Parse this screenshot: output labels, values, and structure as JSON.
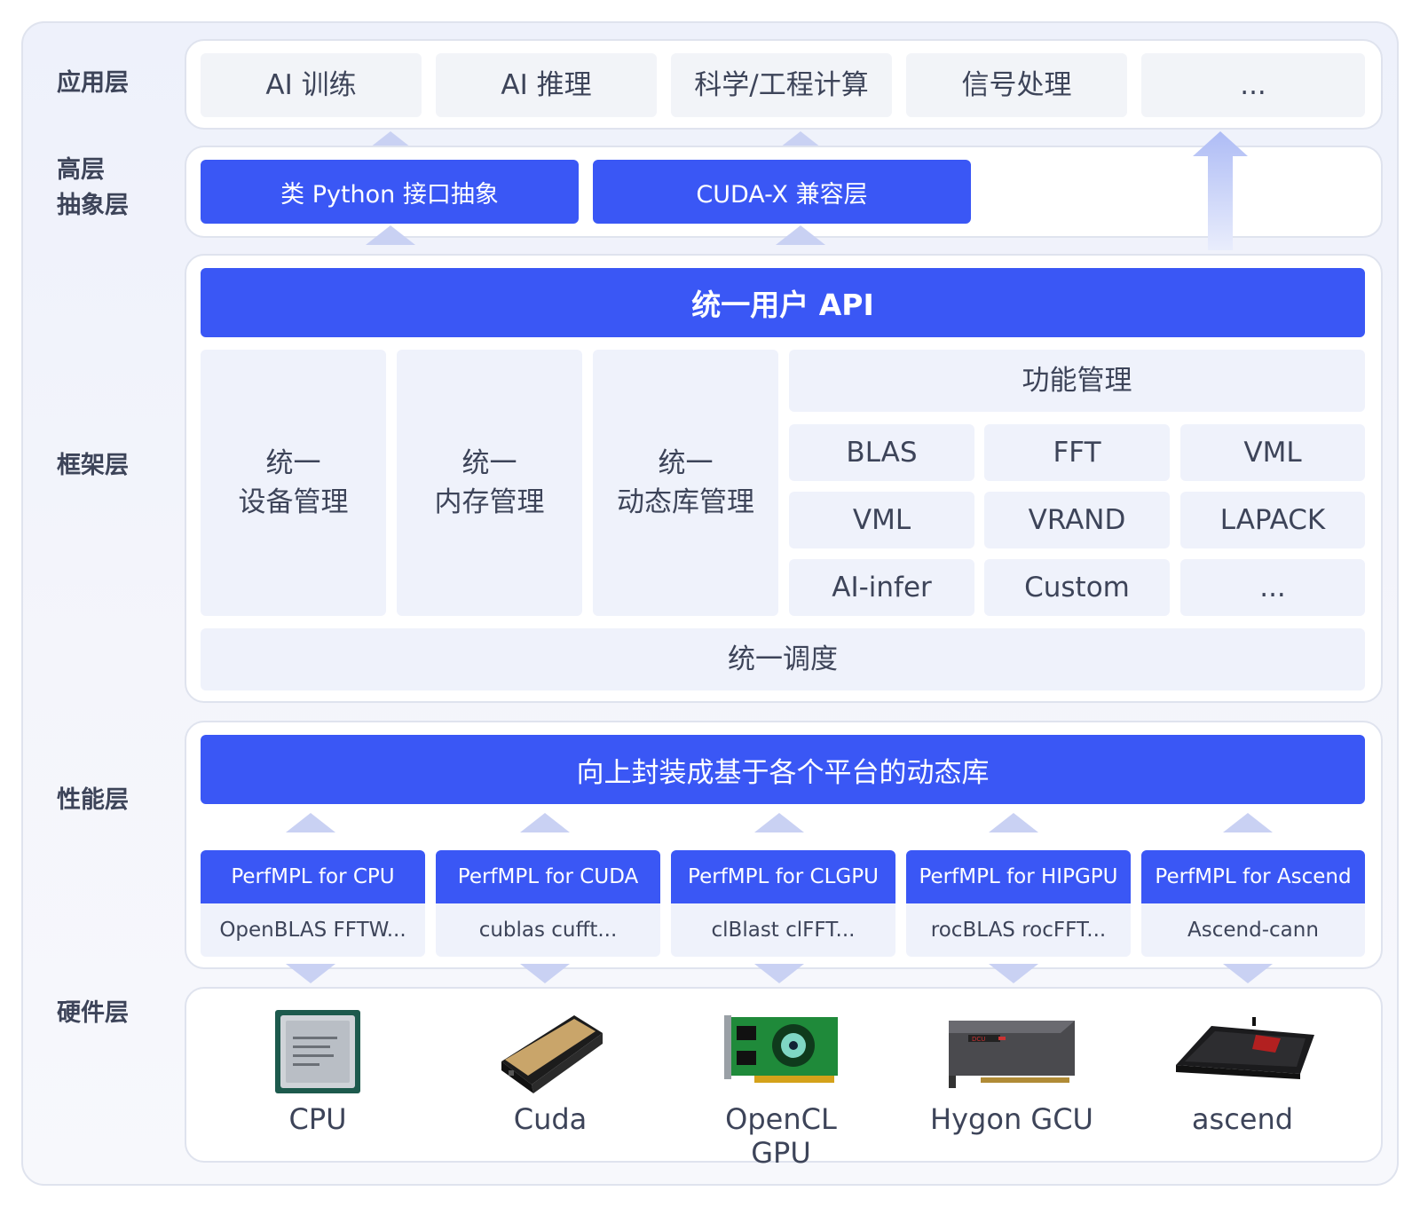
{
  "layers": {
    "app": "应用层",
    "high": "高层\n抽象层",
    "framework": "框架层",
    "perf": "性能层",
    "hardware": "硬件层"
  },
  "app_items": [
    "AI 训练",
    "AI 推理",
    "科学/工程计算",
    "信号处理",
    "..."
  ],
  "high_items": [
    "类 Python 接口抽象",
    "CUDA-X 兼容层"
  ],
  "framework": {
    "api": "统一用户 API",
    "managers": [
      "统一\n设备管理",
      "统一\n内存管理",
      "统一\n动态库管理"
    ],
    "func_title": "功能管理",
    "func_items": [
      "BLAS",
      "FFT",
      "VML",
      "VML",
      "VRAND",
      "LAPACK",
      "AI-infer",
      "Custom",
      "..."
    ],
    "schedule": "统一调度"
  },
  "perf": {
    "banner": "向上封装成基于各个平台的动态库",
    "modules": [
      {
        "name": "PerfMPL for CPU",
        "libs": "OpenBLAS FFTW..."
      },
      {
        "name": "PerfMPL for CUDA",
        "libs": "cublas cufft..."
      },
      {
        "name": "PerfMPL for CLGPU",
        "libs": "clBlast clFFT..."
      },
      {
        "name": "PerfMPL for HIPGPU",
        "libs": "rocBLAS rocFFT..."
      },
      {
        "name": "PerfMPL for Ascend",
        "libs": "Ascend-cann"
      }
    ]
  },
  "hardware": [
    {
      "label": "CPU",
      "icon": "cpu-chip-icon"
    },
    {
      "label": "Cuda",
      "icon": "nvidia-gpu-card-icon"
    },
    {
      "label": "OpenCL GPU",
      "icon": "green-gpu-board-icon"
    },
    {
      "label": "Hygon GCU",
      "icon": "hygon-card-icon"
    },
    {
      "label": "ascend",
      "icon": "ascend-card-icon"
    }
  ],
  "colors": {
    "primary": "#3a57f5",
    "box_gray": "#f2f4f8",
    "box_light": "#eff2fb",
    "arrow": "#c9d1f3"
  }
}
